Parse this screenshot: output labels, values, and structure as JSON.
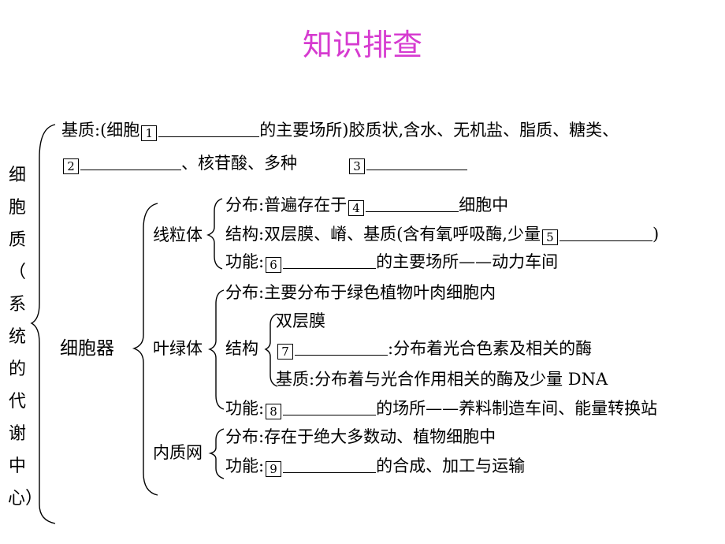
{
  "title": "知识排查",
  "root": {
    "label_chars": [
      "细",
      "胞",
      "质",
      "（",
      "系",
      "统",
      "的",
      "代",
      "谢",
      "中",
      "心）"
    ]
  },
  "matrix": {
    "line1_a": "基质:(细胞",
    "blank1": "1",
    "line1_b": "的主要场所)胶质状,含水、无机盐、脂质、糖类、",
    "blank2": "2",
    "line2_a": "、核苷酸、多种",
    "blank3": "3"
  },
  "organelles_label": "细胞器",
  "mitochondria": {
    "name": "线粒体",
    "dist_a": "分布:普遍存在于",
    "blank4": "4",
    "dist_b": "细胞中",
    "struct_a": "结构:双层膜、嵴、基质(含有氧呼吸酶,少量",
    "blank5": "5",
    "struct_b": ")",
    "func_a": "功能:",
    "blank6": "6",
    "func_b": "的主要场所——动力车间"
  },
  "chloroplast": {
    "name": "叶绿体",
    "dist": "分布:主要分布于绿色植物叶肉细胞内",
    "struct_label": "结构",
    "membrane": "双层膜",
    "blank7": "7",
    "thylakoid_b": ":分布着光合色素及相关的酶",
    "stroma": "基质:分布着与光合作用相关的酶及少量 DNA",
    "func_a": "功能:",
    "blank8": "8",
    "func_b": "的场所——养料制造车间、能量转换站"
  },
  "er": {
    "name": "内质网",
    "dist": "分布:存在于绝大多数动、植物细胞中",
    "func_a": "功能:",
    "blank9": "9",
    "func_b": "的合成、加工与运输"
  }
}
